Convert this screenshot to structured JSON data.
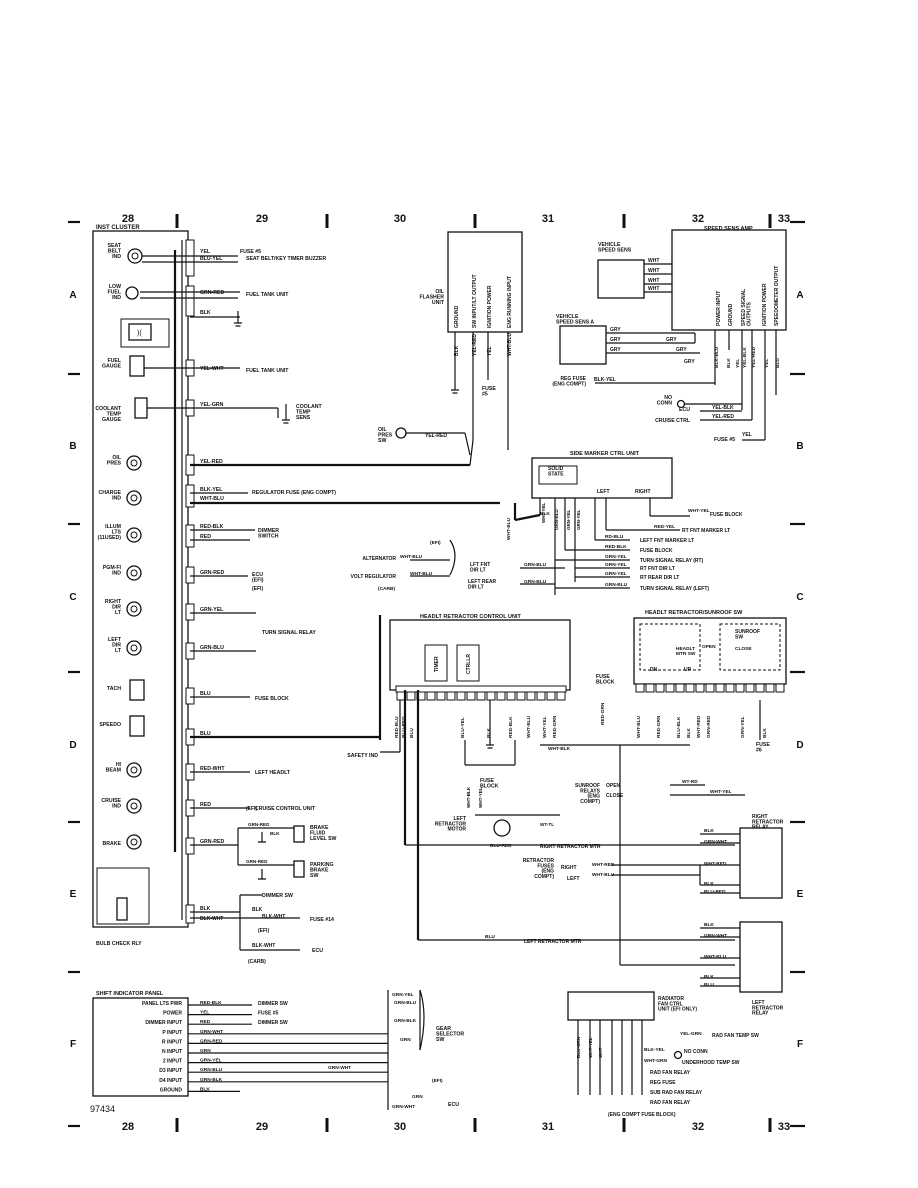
{
  "grid": {
    "columns": [
      "28",
      "29",
      "30",
      "31",
      "32",
      "33"
    ],
    "rows": [
      "A",
      "B",
      "C",
      "D",
      "E",
      "F"
    ],
    "figure_number": "97434"
  },
  "inst_cluster": {
    "title": "INST CLUSTER",
    "items": [
      {
        "label": "SEAT\nBELT\nIND",
        "wires": [
          {
            "color": "YEL",
            "dest": "FUSE #5"
          },
          {
            "color": "BLU-YEL",
            "dest": "SEAT BELT/KEY TIMER BUZZER"
          }
        ]
      },
      {
        "label": "LOW\nFUEL\nIND",
        "wires": [
          {
            "color": "GRN-RED",
            "dest": "FUEL TANK UNIT"
          },
          {
            "color": "BLK",
            "dest": ""
          }
        ]
      },
      {
        "label": "FUEL\nGAUGE",
        "wires": [
          {
            "color": "YEL-WHT",
            "dest": "FUEL TANK UNIT"
          }
        ]
      },
      {
        "label": "COOLANT\nTEMP\nGAUGE",
        "wires": [
          {
            "color": "YEL-GRN",
            "dest": "COOLANT\nTEMP\nSENS"
          }
        ]
      },
      {
        "label": "OIL\nPRES",
        "wires": [
          {
            "color": "YEL-RED",
            "dest": ""
          }
        ]
      },
      {
        "label": "CHARGE\nIND",
        "wires": [
          {
            "color": "BLK-YEL",
            "dest": "REGULATOR FUSE (ENG COMPT)"
          },
          {
            "color": "WHT-BLU",
            "dest": ""
          }
        ]
      },
      {
        "label": "ILLUM\nLTS\n(11USED)",
        "wires": [
          {
            "color": "RED-BLK",
            "dest": "DIMMER\nSWITCH"
          },
          {
            "color": "RED",
            "dest": ""
          }
        ]
      },
      {
        "label": "PGM-FI\nIND",
        "wires": [
          {
            "color": "GRN-RED",
            "dest": "ECU\n(EFI)"
          }
        ]
      },
      {
        "label": "RIGHT\nDIR\nLT",
        "wires": [
          {
            "color": "GRN-YEL",
            "dest": "TURN SIGNAL RELAY"
          }
        ]
      },
      {
        "label": "LEFT\nDIR\nLT",
        "wires": [
          {
            "color": "GRN-BLU",
            "dest": ""
          }
        ]
      },
      {
        "label": "TACH",
        "wires": [
          {
            "color": "BLU",
            "dest": "FUSE BLOCK"
          }
        ]
      },
      {
        "label": "SPEEDO",
        "wires": [
          {
            "color": "BLU",
            "dest": ""
          }
        ]
      },
      {
        "label": "HI\nBEAM",
        "wires": [
          {
            "color": "RED-WHT",
            "dest": "LEFT HEADLT"
          }
        ]
      },
      {
        "label": "CRUISE\nIND",
        "wires": [
          {
            "color": "RED",
            "dest": "CRUISE CONTROL UNIT"
          }
        ]
      },
      {
        "label": "BRAKE",
        "wires": [
          {
            "color": "GRN-RED",
            "dest": ""
          }
        ]
      }
    ],
    "bulb_check": "BULB CHECK RLY"
  },
  "labels": {
    "efi": "(EFI)",
    "carb": "(CARB)",
    "fuse14": "FUSE #14",
    "dimmer_sw": "DIMMER SW",
    "ecu": "ECU",
    "brake_fluid": "BRAKE\nFLUID\nLEVEL SW",
    "parking_brake": "PARKING\nBRAKE\nSW",
    "grn_red": "GRN-RED",
    "blk": "BLK",
    "blk_wht": "BLK-WHT",
    "oil_flasher": "OIL\nFLASHER\nUNIT",
    "flasher_pins": [
      "GROUND",
      "SW INPUT/LT OUTPUT",
      "IGNITION POWER",
      "ENG RUNNING INPUT"
    ],
    "flasher_wires": [
      "BLK",
      "YEL-RED",
      "YEL",
      "WHT-BLU"
    ],
    "fuse5": "FUSE\n#5",
    "oil_pres_sw": "OIL\nPRES\nSW",
    "yel_red": "YEL-RED",
    "vehicle_speed_sens": "VEHICLE\nSPEED SENS",
    "vehicle_speed_sens_a": "VEHICLE\nSPEED SENS A",
    "speed_sens_amp": "SPEED SENS AMP",
    "amp_pins": [
      "POWER INPUT",
      "GROUND",
      "SPEED SIGNAL\nOUTPUTS",
      "IGNITION POWER",
      "SPEEDOMETER OUTPUT"
    ],
    "amp_wires": [
      "BLK-BLU",
      "BLK",
      "YEL",
      "YEL-BLK",
      "YEL-RED",
      "YEL",
      "BLU"
    ],
    "wht": "WHT",
    "gry": "GRY",
    "reg_fuse": "REG FUSE\n(ENG COMPT)",
    "blk_yel": "BLK-YEL",
    "no_conn": "NO\nCONN",
    "ecu_yel_blk": "YEL-BLK",
    "cruise_ctrl": "CRUISE CTRL",
    "fuse5b": "FUSE #5",
    "side_marker": "SIDE MARKER CTRL UNIT",
    "solid_state": "SOLID\nSTATE",
    "left": "LEFT",
    "right": "RIGHT",
    "side_marker_outs": [
      {
        "color": "WHT-YEL",
        "dest": "FUSE BLOCK"
      },
      {
        "color": "RED-YEL",
        "dest": "RT FNT MARKER LT"
      },
      {
        "color": "RD-BLU",
        "dest": "LEFT FNT MARKER LT"
      },
      {
        "color": "RED-BLK",
        "dest": "FUSE BLOCK"
      },
      {
        "color": "GRN-YEL",
        "dest": "TURN SIGNAL RELAY (RT)"
      },
      {
        "color": "GRN-YEL",
        "dest": "RT FNT DIR LT"
      },
      {
        "color": "GRN-YEL",
        "dest": "RT REAR DIR LT"
      },
      {
        "color": "GRN-BLU",
        "dest": "TURN SIGNAL RELAY (LEFT)"
      }
    ],
    "alternator": "ALTERNATOR",
    "volt_regulator": "VOLT REGULATOR",
    "wht_blu": "WHT-BLU",
    "lft_fnt": "LFT FNT\nDIR LT",
    "lft_rear": "LEFT REAR\nDIR LT",
    "grn_blu": "GRN-BLU",
    "headlt_retractor": "HEADLT RETRACTOR CONTROL UNIT",
    "timer": "TIMER",
    "ctrllr": "CTRLLR",
    "headlt_sunroof": "HEADLT RETRACTOR/SUNROOF SW",
    "sunroof_sw": "SUNROOF\nSW",
    "headlt_mtr_sw": "HEADLT\nMTR SW",
    "open": "OPEN",
    "close": "CLOSE",
    "dn": "DN",
    "up": "UP",
    "fuse_block": "FUSE\nBLOCK",
    "safety_ind": "SAFETY IND",
    "retractor_wires": [
      "RED-BLU",
      "BLU-RED",
      "BLU",
      "BLU-YEL",
      "BLK",
      "RED-BLK",
      "WHT-BLU",
      "WHT-YEL",
      "RED-GRN"
    ],
    "sunroof_wires": [
      "WHT-BLU",
      "RED-GRN",
      "BLU-BLK",
      "BLK",
      "WHT-RED",
      "GRN-RED",
      "GRN-YEL",
      "BLK"
    ],
    "wht_blk": "WHT-BLK",
    "red_grn": "RED-GRN",
    "fuse6": "FUSE\n#6",
    "sunroof_relays": "SUNROOF\nRELAYS\n(ENG\nCOMPT)",
    "wt_rd": "WT-RD",
    "wht_yel": "WHT-YEL",
    "left_retractor_motor": "LEFT\nRETRACTOR\nMOTOR",
    "wt_tl": "WT-TL",
    "blu_red": "BLU-RED",
    "right_retractor_mtr": "RIGHT RETRACTOR MTR",
    "retractor_fuses": "RETRACTOR\nFUSES\n(ENG\nCOMPT)",
    "wht_red": "WHT-RED",
    "right_retractor_relay": "RIGHT\nRETRACTOR\nRELAY",
    "left_retractor_relay": "LEFT\nRETRACTOR\nRELAY",
    "relay_wires": [
      "BLK",
      "GRN-WHT",
      "WHT-RED",
      "BLK",
      "BLU-RED"
    ],
    "relay_wires2": [
      "BLK",
      "GRN-WHT",
      "WHT-BLU",
      "BLK",
      "BLU"
    ],
    "blu": "BLU",
    "left_retractor_mtr": "LEFT RETRACTOR MTR",
    "shift_panel": "SHIFT INDICATOR PANEL",
    "shift_rows": [
      {
        "label": "PANEL LTS PWR",
        "color": "RED-BLK",
        "dest": "DIMMER SW"
      },
      {
        "label": "POWER",
        "color": "YEL",
        "dest": "FUSE #5"
      },
      {
        "label": "DIMMER INPUT",
        "color": "RED",
        "dest": "DIMMER SW"
      },
      {
        "label": "P INPUT",
        "color": "GRN-WHT",
        "dest": ""
      },
      {
        "label": "R INPUT",
        "color": "GRN-RED",
        "dest": ""
      },
      {
        "label": "N INPUT",
        "color": "GRN",
        "dest": ""
      },
      {
        "label": "2 INPUT",
        "color": "GRN-YEL",
        "dest": ""
      },
      {
        "label": "D3 INPUT",
        "color": "GRN-BLU",
        "dest": ""
      },
      {
        "label": "D4 INPUT",
        "color": "GRN-BLK",
        "dest": ""
      },
      {
        "label": "GROUND",
        "color": "BLK",
        "dest": ""
      }
    ],
    "gear_selector": "GEAR\nSELECTOR\nSW",
    "gear_wires": [
      "GRN-YEL",
      "GRN-BLU",
      "GRN-BLK",
      "GRN"
    ],
    "grn_wht": "GRN-WHT",
    "grn": "GRN",
    "radiator_fan": "RADIATOR\nFAN CTRL\nUNIT (EFI ONLY)",
    "fan_pins": [
      "BLU-GRN",
      "WHT-YEL",
      "WHT"
    ],
    "fan_rows": [
      {
        "color": "YEL-GRN",
        "dest": "RAD FAN TEMP SW"
      },
      {
        "color": "BLK-YEL",
        "dest": "NO CONN"
      },
      {
        "color": "WHT-GRN",
        "dest": "UNDERHOOD TEMP SW"
      },
      {
        "color": "",
        "dest": "RAD FAN RELAY"
      },
      {
        "color": "",
        "dest": "REG FUSE"
      },
      {
        "color": "",
        "dest": "SUB RAD FAN RELAY"
      },
      {
        "color": "",
        "dest": "RAD FAN RELAY"
      }
    ],
    "eng_compt_fuse_block": "(ENG COMPT FUSE BLOCK)"
  }
}
